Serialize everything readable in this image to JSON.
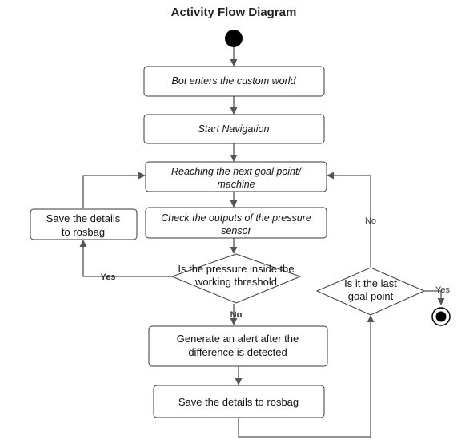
{
  "title": "Activity Flow Diagram",
  "nodes": {
    "bot_enters": "Bot enters the custom world",
    "start_nav": "Start Navigation",
    "reaching_1": "Reaching the next goal point/",
    "reaching_2": "machine",
    "check_1": "Check the outputs of the pressure",
    "check_2": "sensor",
    "save_left_1": "Save the details",
    "save_left_2": "to rosbag",
    "pressure_q_1": "Is the pressure inside the",
    "pressure_q_2": "working threshold",
    "alert_1": "Generate an alert after the",
    "alert_2": "difference is detected",
    "save_bottom": "Save the details to rosbag",
    "last_goal_1": "Is it the last",
    "last_goal_2": "goal point"
  },
  "edge_labels": {
    "yes_left": "Yes",
    "no_down": "No",
    "no_up": "No",
    "yes_right": "Yes"
  }
}
